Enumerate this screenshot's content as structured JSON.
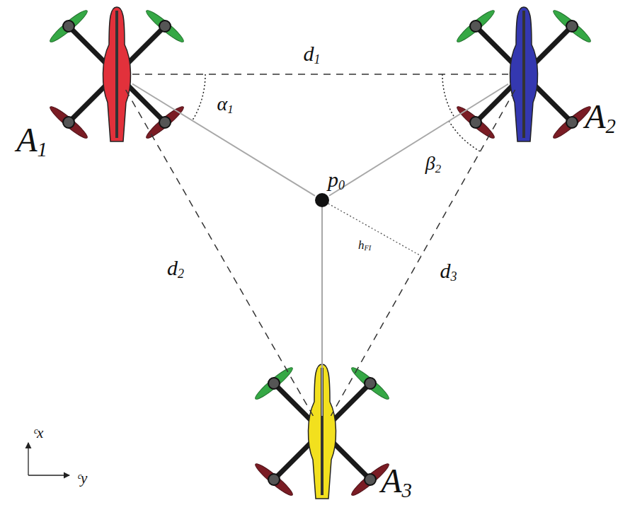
{
  "diagram": {
    "nodes": [
      {
        "text": [
          "A1"
        ]
      },
      {
        "text": [
          "A2"
        ]
      },
      {
        "text": [
          "p0"
        ]
      },
      {
        "text": [
          "A3"
        ]
      }
    ],
    "edges": [
      {
        "from": 0,
        "to": 1,
        "label": "d1",
        "arrow": "none"
      },
      {
        "from": 0,
        "to": 3,
        "label": "d2",
        "arrow": "none"
      },
      {
        "from": 1,
        "to": 3,
        "label": "d3",
        "arrow": "none"
      },
      {
        "from": 0,
        "to": 2,
        "arrow": "none"
      },
      {
        "from": 1,
        "to": 2,
        "arrow": "none"
      },
      {
        "from": 3,
        "to": 2,
        "arrow": "none"
      }
    ],
    "labels": [
      "α1",
      "β2",
      "hFI",
      "ᶜx",
      "ᶜy"
    ]
  }
}
